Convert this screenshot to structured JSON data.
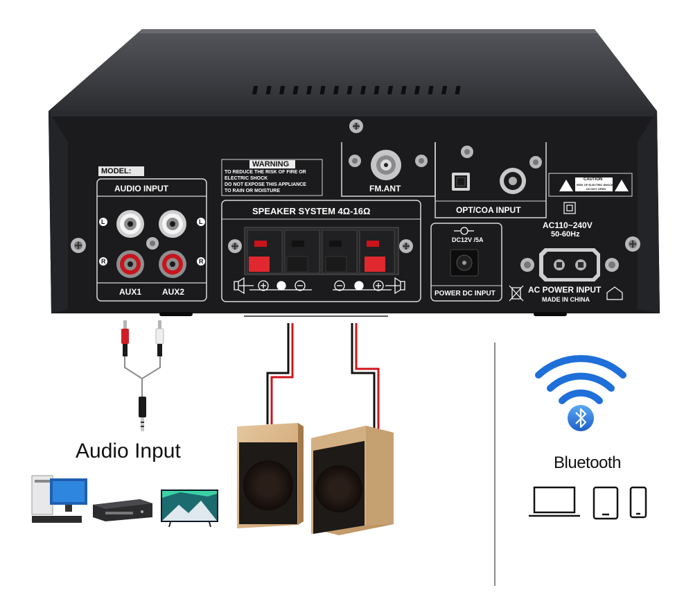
{
  "panel": {
    "model_label": "MODEL:",
    "audio_input_title": "AUDIO INPUT",
    "aux1_label": "AUX1",
    "aux2_label": "AUX2",
    "left_marker": "L",
    "right_marker": "R",
    "warning_title": "WARNING",
    "warning_lines": [
      "TO REDUCE THE RISK OF FIRE OR",
      "ELECTRIC SHOCK",
      "DO NOT EXPOSE THIS APPLIANCE",
      "TO RAIN OR MOISTURE"
    ],
    "speaker_system_label": "SPEAKER SYSTEM 4Ω-16Ω",
    "fm_ant_label": "FM.ANT",
    "opt_coa_label": "OPT/COA  INPUT",
    "power_dc_label": "POWER DC INPUT",
    "dc_spec_label": "DC12V /5A",
    "ac_spec_line1": "AC110~240V",
    "ac_spec_line2": "50-60Hz",
    "ac_power_label": "AC POWER INPUT",
    "made_in_label": "MADE IN CHINA",
    "caution_label": "CAUTION",
    "caution_sub1": "RISK OF ELECTRIC SHOCK",
    "caution_sub2": "DO NOT OPEN"
  },
  "diagram": {
    "audio_input_caption": "Audio Input",
    "bluetooth_caption": "Bluetooth"
  },
  "icons": [
    "rca-jack-icon",
    "screw-icon",
    "optical-port-icon",
    "coax-port-icon",
    "dc-port-icon",
    "ac-socket-icon",
    "bluetooth-icon",
    "wifi-signal-icon",
    "laptop-icon",
    "tablet-icon",
    "phone-icon",
    "desktop-pc-icon",
    "dvd-player-icon",
    "tv-icon",
    "rca-cable-icon",
    "speaker-icon",
    "warning-triangle-icon"
  ],
  "colors": {
    "chassis": "#1b1b1d",
    "chassis_top": "#3a3b40",
    "label_white": "#ffffff",
    "rca_red": "#c8141c",
    "rca_white": "#e8e8e8",
    "bluetooth_blue": "#1e6fd9",
    "speaker_wood": "#d8b58a"
  }
}
